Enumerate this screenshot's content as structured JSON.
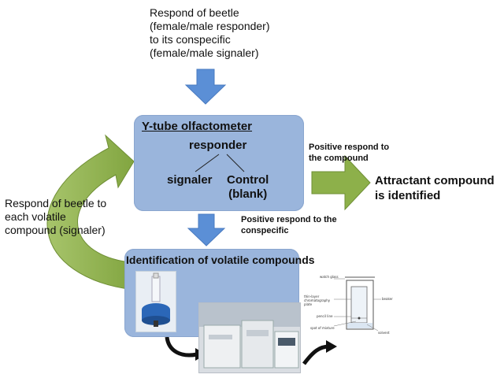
{
  "top_text": [
    "Respond of beetle",
    "(female/male responder)",
    "to its conspecific",
    "(female/male signaler)"
  ],
  "olfactometer": {
    "title": "Y-tube olfactometer",
    "responder": "responder",
    "signaler": "signaler",
    "control": [
      "Control",
      "(blank)"
    ]
  },
  "right_label": [
    "Positive respond to",
    "the compound"
  ],
  "result": [
    "Attractant compound",
    "is identified"
  ],
  "middle_label": [
    "Positive respond to the",
    "conspecific"
  ],
  "left_text": [
    "Respond of beetle to",
    "each volatile",
    "compound (signaler)"
  ],
  "identification": {
    "title": "Identification of volatile compounds"
  },
  "tlc_labels": {
    "watch_glass": "watch glass",
    "plate": "thin-layer chromatography plate",
    "beaker": "beaker",
    "pencil_line": "pencil line",
    "spot": "spot of mixture",
    "solvent": "solvent"
  },
  "colors": {
    "box_fill": "#9ab5dc",
    "down_arrow": "#5b8fd6",
    "green_arrow": "#8db04a"
  }
}
